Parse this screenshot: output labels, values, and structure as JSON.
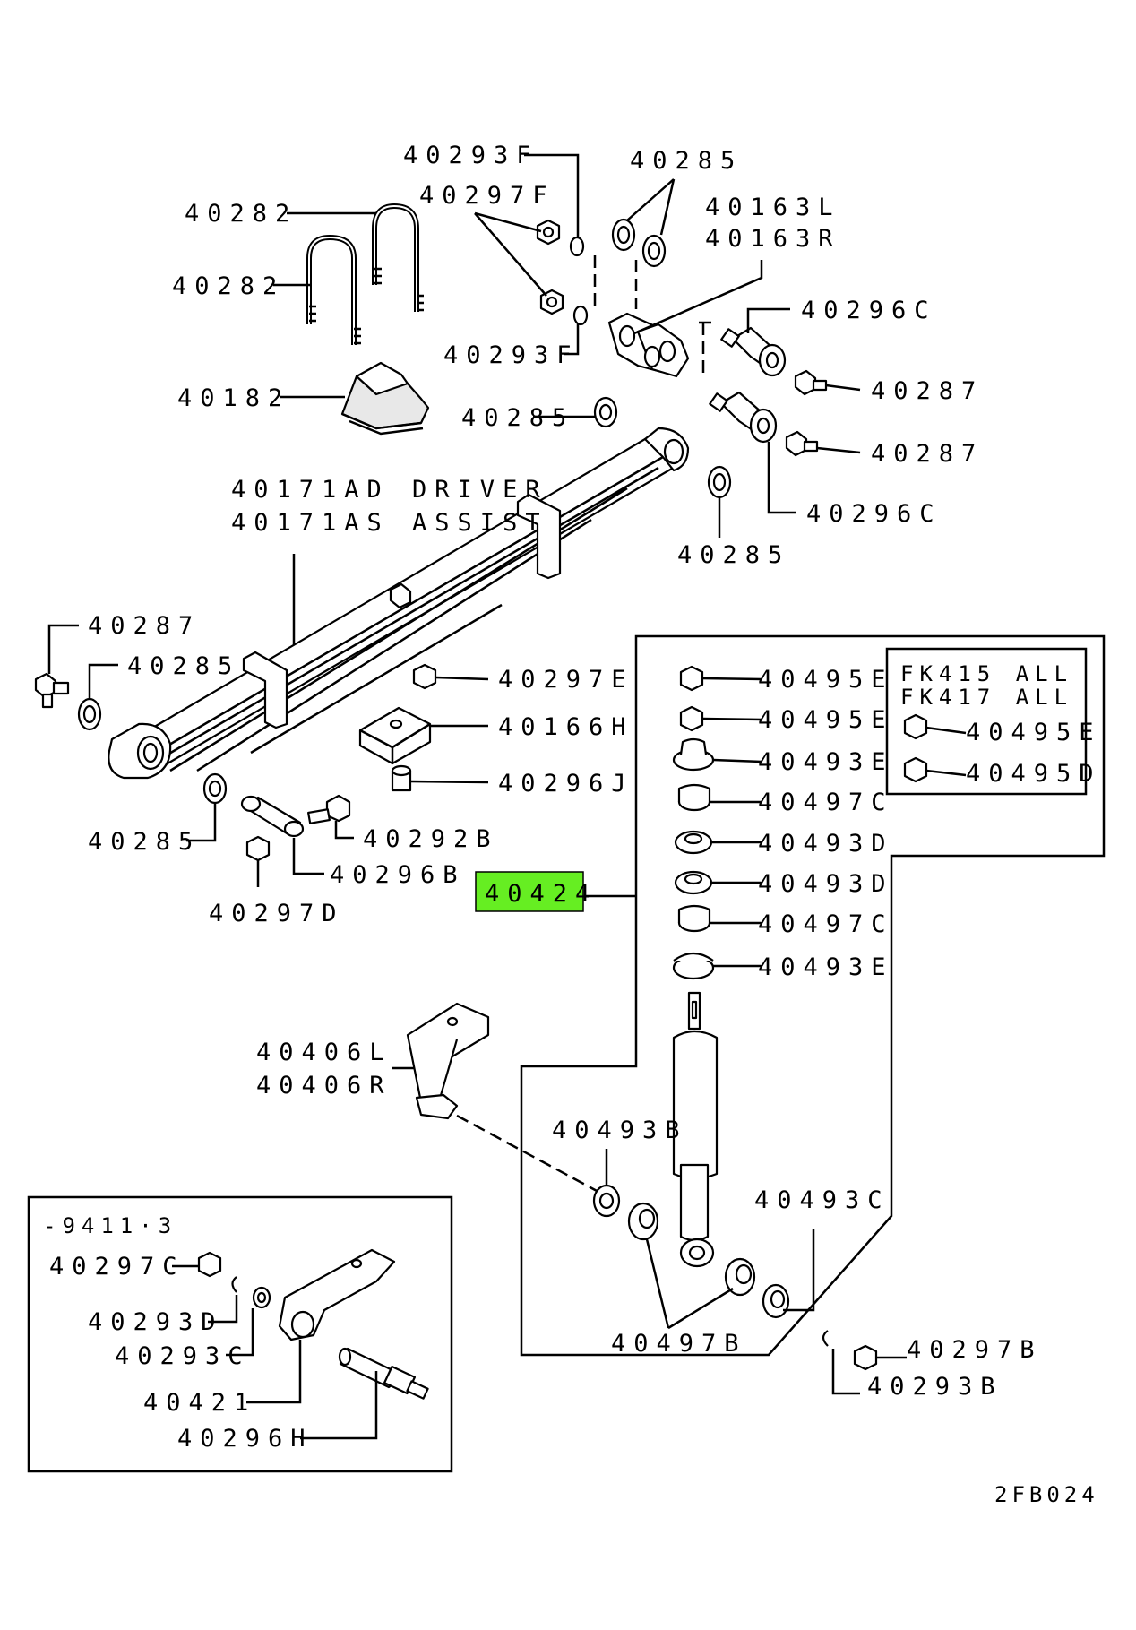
{
  "diagram_code": "2FB024",
  "highlight": {
    "part": "40424",
    "color": "#66ee22"
  },
  "labels": {
    "p40293F_top": "40293F",
    "p40285_top": "40285",
    "p40297F": "40297F",
    "p40163L": "40163L",
    "p40163R": "40163R",
    "p40282_a": "40282",
    "p40282_b": "40282",
    "p40296C_top": "40296C",
    "p40293F_bot": "40293F",
    "p40287_a": "40287",
    "p40182": "40182",
    "p40285_mid": "40285",
    "p40287_b": "40287",
    "p40296C_bot": "40296C",
    "p40171AD": "40171AD DRIVER",
    "p40171AS": "40171AS ASSIST",
    "p40285_right": "40285",
    "p40287_left": "40287",
    "p40285_left": "40285",
    "p40297E": "40297E",
    "p40166H": "40166H",
    "p40296J": "40296J",
    "p40285_low": "40285",
    "p40292B": "40292B",
    "p40296B": "40296B",
    "p40297D": "40297D",
    "p40424": "40424",
    "p40495E_a": "40495E",
    "p40495E_b": "40495E",
    "p40493E_a": "40493E",
    "p40497C_a": "40497C",
    "p40493D_a": "40493D",
    "p40493D_b": "40493D",
    "p40497C_b": "40497C",
    "p40493E_b": "40493E",
    "p40406L": "40406L",
    "p40406R": "40406R",
    "p40493B": "40493B",
    "p40493C": "40493C",
    "p40497B": "40497B",
    "p40297B": "40297B",
    "p40293B": "40293B"
  },
  "fk_box": {
    "line1": "FK415 ALL",
    "line2": "FK417 ALL",
    "p40495E": "40495E",
    "p40495D": "40495D"
  },
  "inset_box": {
    "title": "-9411·3",
    "p40297C": "40297C",
    "p40293D": "40293D",
    "p40293C": "40293C",
    "p40421": "40421",
    "p40296H": "40296H"
  }
}
